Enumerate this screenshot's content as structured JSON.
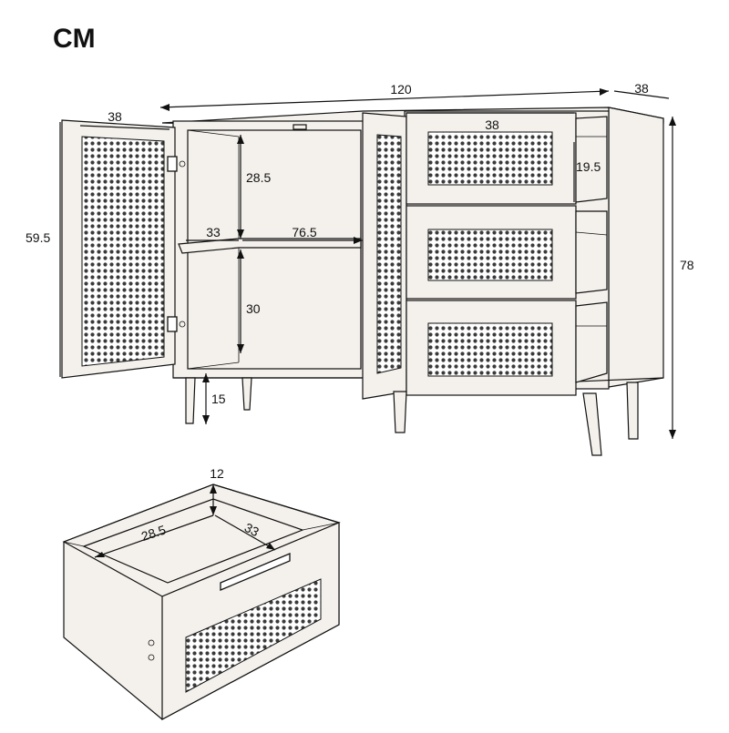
{
  "unit_label": "CM",
  "dimensions": {
    "overall_width": "120",
    "overall_depth": "38",
    "overall_height": "78",
    "door_width": "38",
    "door_height": "59.5",
    "drawer_front_width": "38",
    "drawer_height": "19.5",
    "shelf_depth": "33",
    "shelf_width": "76.5",
    "upper_compartment_height": "28.5",
    "lower_compartment_height": "30",
    "leg_height": "15",
    "drawer_inner_depth": "12",
    "drawer_inner_width": "28.5",
    "drawer_inner_length": "33"
  },
  "colors": {
    "line": "#111111",
    "wood": "#f4f1ec",
    "rattan": "#3a3a3a"
  }
}
